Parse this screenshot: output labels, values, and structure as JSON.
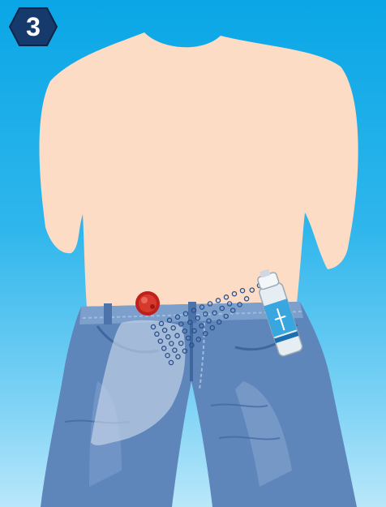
{
  "step": {
    "number": "3"
  },
  "colors": {
    "background_top": "#0aa6e6",
    "background_bottom": "#b9e7fa",
    "skin": "#fcdcc4",
    "denim": "#5f86bb",
    "badge": "#163a6b",
    "wound": "#c0201c",
    "dressing_film": "#c7d6ea",
    "spray_droplet": "#2b4f8a"
  },
  "icons": {
    "torso": "torso-silhouette",
    "jeans": "jeans-illustration",
    "wound": "stoma-wound-icon",
    "spray": "spray-can-icon",
    "film": "protective-film-icon"
  }
}
